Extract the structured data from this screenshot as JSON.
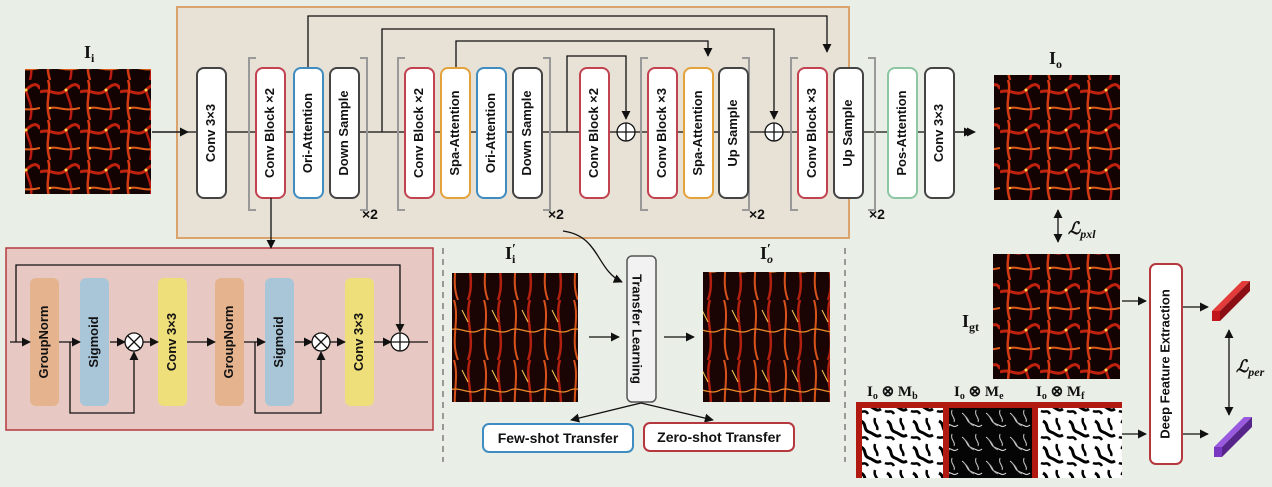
{
  "colors": {
    "background": "#e9efe6",
    "encoder_panel_border": "#d9a36b",
    "conv_block_border": "#c2424f",
    "ori_attention_border": "#3f8cc0",
    "spa_attention_border": "#e3a23a",
    "pos_attention_border": "#8cc6a3",
    "plain_block_border": "#444444",
    "detail_panel_fill": "#e7c8c2",
    "detail_panel_border": "#b5383f",
    "groupnorm_fill": "#e5b48f",
    "sigmoid_fill": "#a9c6d9",
    "conv_fill": "#efdf7a",
    "feature_red": "#c2161d",
    "feature_purple": "#7a38c2",
    "vessel_red": "#c1220f"
  },
  "main": {
    "blocks": {
      "conv_in": "Conv 3×3",
      "conv_block_x2_a": "Conv Block ×2",
      "ori_attention_a": "Ori-Attention",
      "down_sample_a": "Down Sample",
      "conv_block_x2_b": "Conv Block ×2",
      "spa_attention_a": "Spa-Attention",
      "ori_attention_b": "Ori-Attention",
      "down_sample_b": "Down Sample",
      "conv_block_x2_mid": "Conv Block ×2",
      "conv_block_x3_a": "Conv Block ×3",
      "spa_attention_b": "Spa-Attention",
      "up_sample_a": "Up Sample",
      "conv_block_x3_b": "Conv Block ×3",
      "up_sample_b": "Up Sample",
      "pos_attention": "Pos-Attention",
      "conv_out": "Conv 3×3"
    },
    "repeat_labels": [
      "×2",
      "×2",
      "×2",
      "×2"
    ]
  },
  "detail": {
    "groupnorm_1": "GroupNorm",
    "sigmoid_1": "Sigmoid",
    "conv_1": "Conv 3×3",
    "groupnorm_2": "GroupNorm",
    "sigmoid_2": "Sigmoid",
    "conv_2": "Conv 3×3"
  },
  "transfer": {
    "label": "Transfer Learning",
    "few_shot": "Few-shot Transfer",
    "zero_shot": "Zero-shot Transfer",
    "input_prime_base": "I",
    "input_prime_sub": "i",
    "output_prime_base": "I",
    "output_prime_sub": "o"
  },
  "labels": {
    "input_base": "I",
    "input_sub": "i",
    "output_base": "I",
    "output_sub": "o",
    "gt_base": "I",
    "gt_sub": "gt",
    "loss_pxl_script": "ℒ",
    "loss_pxl_sub": "pxl",
    "loss_per_script": "ℒ",
    "loss_per_sub": "per",
    "mask_b": "I",
    "mask_b_sub": "o",
    "mask_b_op": " ⊗ M",
    "mask_b_sub2": "b",
    "mask_e": "I",
    "mask_e_sub": "o",
    "mask_e_op": " ⊗ M",
    "mask_e_sub2": "e",
    "mask_f": "I",
    "mask_f_sub": "o",
    "mask_f_op": " ⊗ M",
    "mask_f_sub2": "f",
    "deep_feature": "Deep Feature Extraction"
  },
  "images": [
    {
      "name": "input-vessel-image",
      "style": "vessel"
    },
    {
      "name": "output-vessel-image",
      "style": "vessel"
    },
    {
      "name": "ground-truth-vessel-image",
      "style": "vessel"
    },
    {
      "name": "transfer-input-image",
      "style": "vessel-dense"
    },
    {
      "name": "transfer-output-image",
      "style": "vessel-dense"
    },
    {
      "name": "mask-b-image",
      "style": "mask-white"
    },
    {
      "name": "mask-e-image",
      "style": "mask-edge"
    },
    {
      "name": "mask-f-image",
      "style": "mask-white"
    }
  ]
}
